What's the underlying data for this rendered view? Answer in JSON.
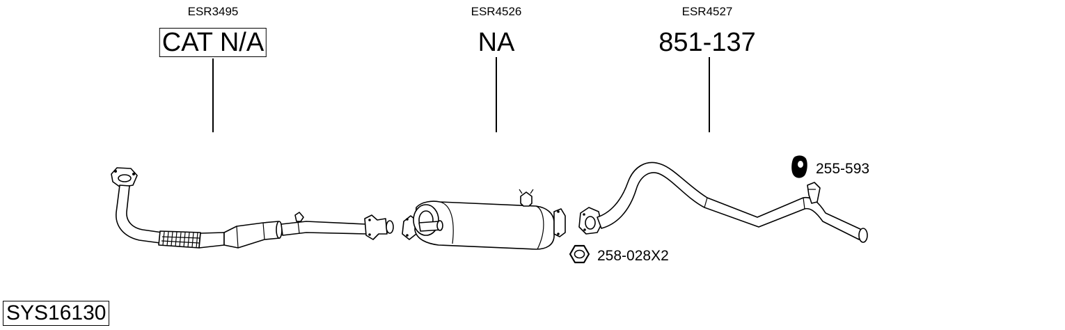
{
  "diagram": {
    "system_code": "SYS16130",
    "sections": [
      {
        "ref": "ESR3495",
        "part_number": "CAT N/A"
      },
      {
        "ref": "ESR4526",
        "part_number": "NA"
      },
      {
        "ref": "ESR4527",
        "part_number": "851-137"
      }
    ],
    "accessories": [
      {
        "part_number": "255-593",
        "icon": "rubber-hanger-icon"
      },
      {
        "part_number": "258-028X2",
        "icon": "hex-nut-icon"
      }
    ]
  }
}
